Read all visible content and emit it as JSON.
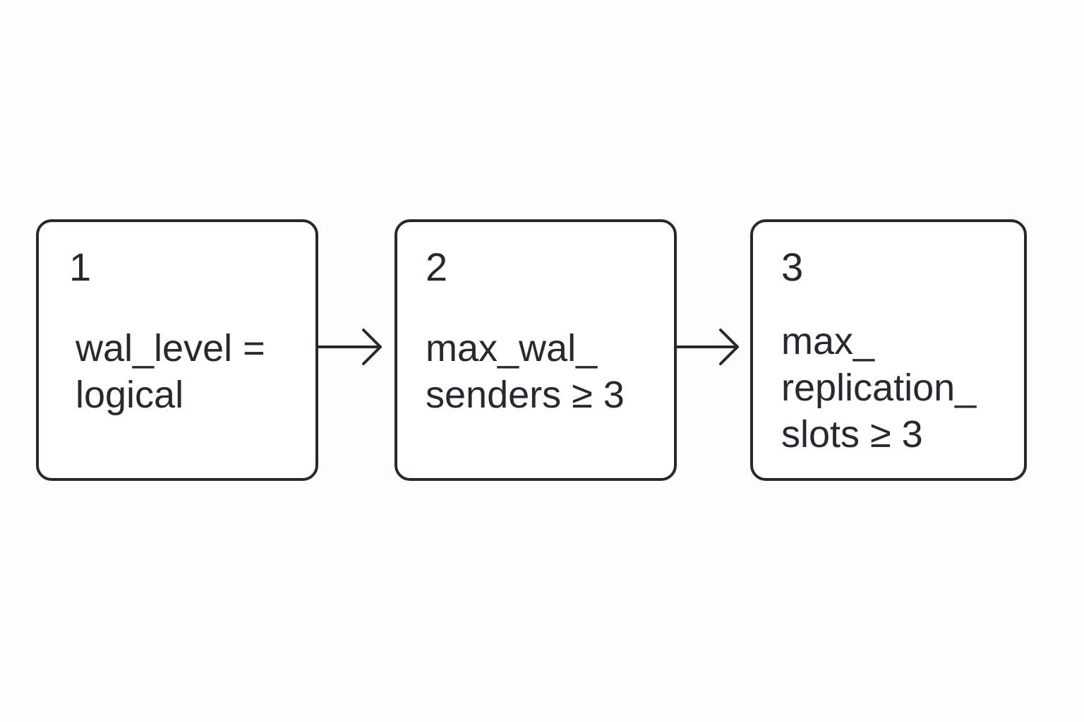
{
  "steps": [
    {
      "number": "1",
      "text": "wal_level =\nlogical"
    },
    {
      "number": "2",
      "text": "max_wal_\nsenders ≥ 3"
    },
    {
      "number": "3",
      "text": "max_\nreplication_\nslots ≥ 3"
    }
  ],
  "colors": {
    "stroke": "#262a2f",
    "background": "#fdfdfd"
  },
  "icons": [
    "arrow-right-icon",
    "arrow-right-icon"
  ]
}
